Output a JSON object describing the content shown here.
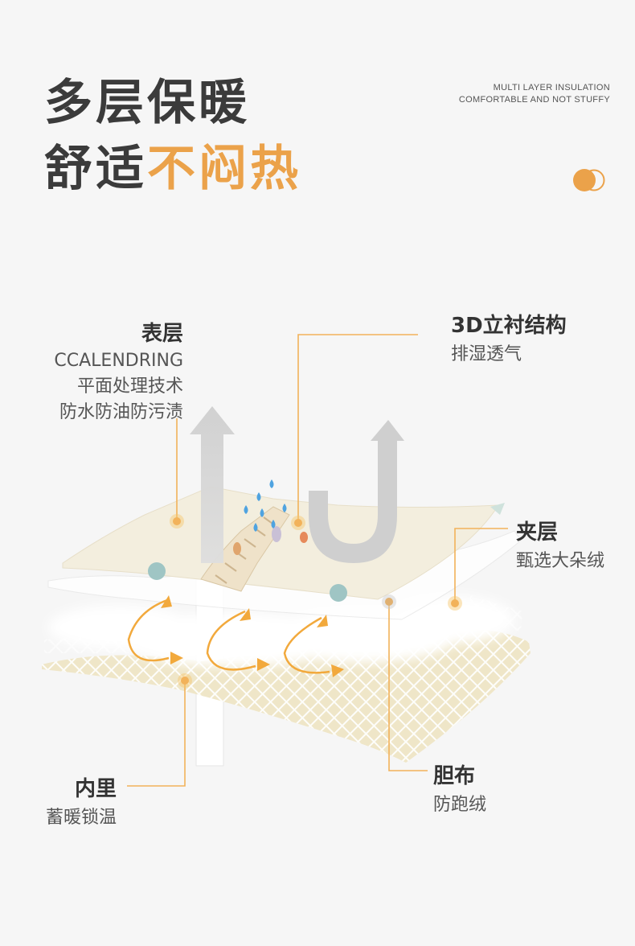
{
  "header": {
    "title_line1": "多层保暖",
    "title_line2_prefix": "舒适",
    "title_line2_accent": "不闷热",
    "en_line1": "MULTI LAYER INSULATION",
    "en_line2": "COMFORTABLE AND NOT STUFFY"
  },
  "colors": {
    "accent": "#eba24a",
    "text": "#3b3b3b",
    "background": "#f6f6f6",
    "fabric": "#f3eede",
    "mesh": "#efe6c8",
    "dot": "#9fc5c4"
  },
  "labels": {
    "outer": {
      "title": "表层",
      "lines": [
        "CCALENDRING",
        "平面处理技术",
        "防水防油防污渍"
      ]
    },
    "structure": {
      "title": "3D立衬结构",
      "sub": "排湿透气"
    },
    "filling": {
      "title": "夹层",
      "sub": "甄选大朵绒"
    },
    "lining": {
      "title": "内里",
      "sub": "蓄暖锁温"
    },
    "ticking": {
      "title": "胆布",
      "sub": "防跑绒"
    }
  }
}
